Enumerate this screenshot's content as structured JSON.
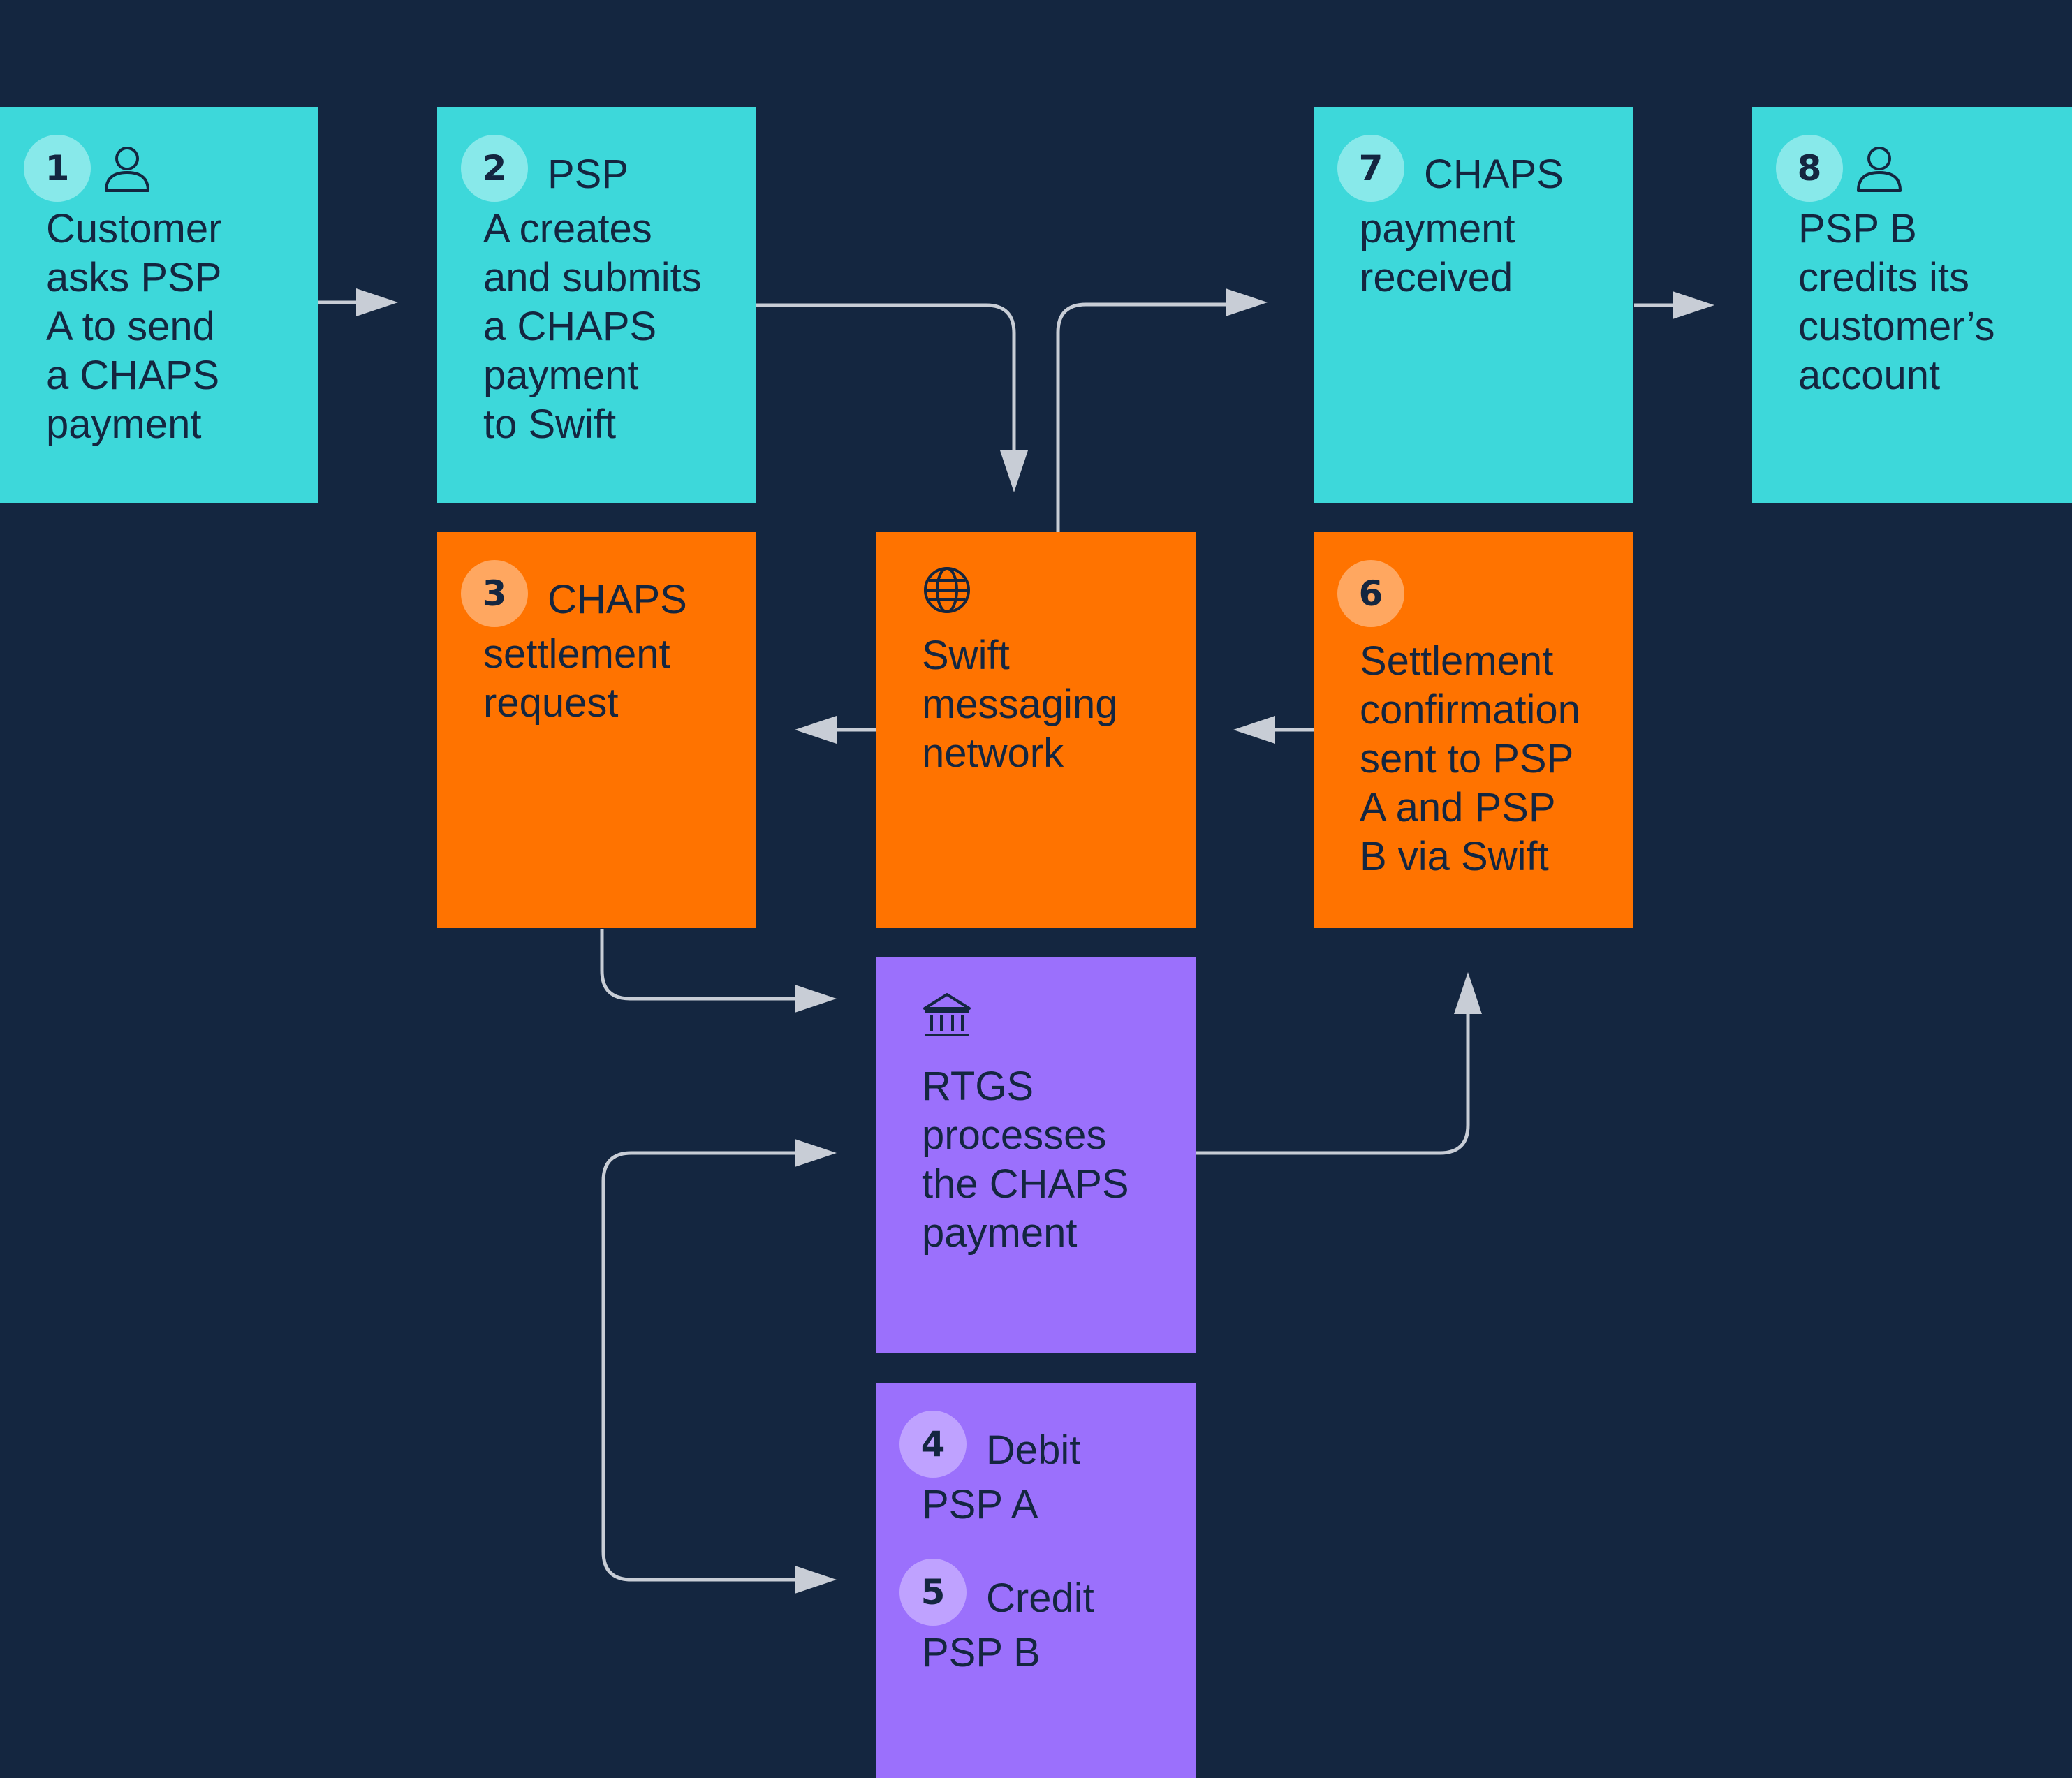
{
  "colors": {
    "background": "#142640",
    "teal": "#3dd8da",
    "orange": "#ff7300",
    "purple": "#9b70fc",
    "arrow": "#c8cdd6"
  },
  "steps": {
    "s1": {
      "number": "1",
      "icon": "person-icon",
      "text": "Customer\nasks PSP\nA to send\na CHAPS\npayment"
    },
    "s2": {
      "number": "2",
      "title": "PSP",
      "text": "A creates\nand submits\na CHAPS\npayment\nto Swift"
    },
    "s3": {
      "number": "3",
      "title": "CHAPS",
      "text": "settlement\nrequest"
    },
    "swift": {
      "icon": "globe-icon",
      "text": "Swift\nmessaging\nnetwork"
    },
    "s6": {
      "number": "6",
      "text": "Settlement\nconfirmation\nsent to PSP\nA and PSP\nB via Swift"
    },
    "s7": {
      "number": "7",
      "title": "CHAPS",
      "text": "payment\nreceived"
    },
    "s8": {
      "number": "8",
      "icon": "person-icon",
      "text": "PSP B\ncredits its\ncustomer’s\naccount"
    },
    "rtgs": {
      "icon": "bank-icon",
      "text": "RTGS\nprocesses\nthe CHAPS\npayment"
    },
    "s4": {
      "number": "4",
      "title": "Debit",
      "text": "PSP A"
    },
    "s5": {
      "number": "5",
      "title": "Credit",
      "text": "PSP B"
    }
  }
}
